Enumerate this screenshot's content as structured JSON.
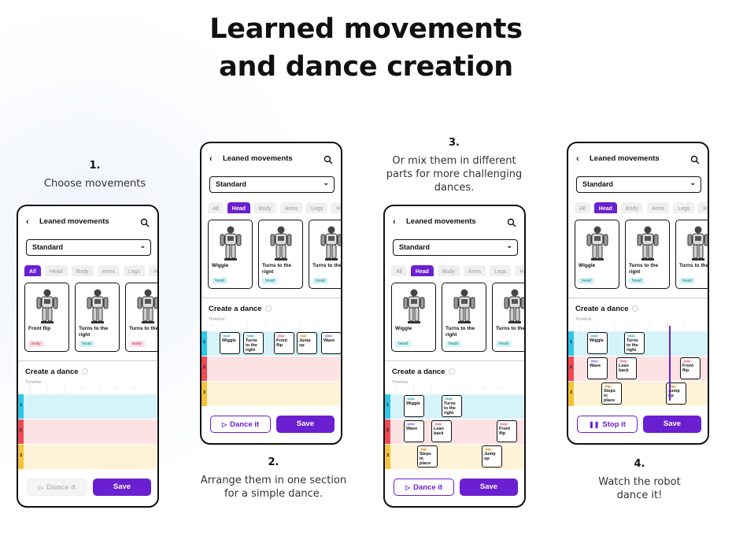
{
  "title": {
    "line1": "Learned movements",
    "line2": "and dance creation"
  },
  "steps": [
    {
      "num": "1.",
      "caption": "Choose movements"
    },
    {
      "num": "2.",
      "caption": "Arrange them in one section for a simple  dance."
    },
    {
      "num": "3.",
      "caption": "Or mix them in different parts for more challenging dances."
    },
    {
      "num": "4.",
      "caption": "Watch the robot dance it!"
    }
  ],
  "phone": {
    "title": "Leaned movements",
    "dropdown": "Standard",
    "chips": [
      "All",
      "Head",
      "Body",
      "Arms",
      "Legs",
      "H"
    ],
    "create_label": "Create a dance",
    "timeline_label": "Timeline",
    "lanes": [
      "1",
      "2",
      "3"
    ],
    "save": "Save"
  },
  "screens": [
    {
      "active_chip": 0,
      "dance_btn": "Dance it",
      "cards": [
        {
          "name": "Front flip",
          "tag": "body"
        },
        {
          "name": "Turns to the right",
          "tag": "head"
        },
        {
          "name": "Turns to the left",
          "tag": "body"
        }
      ]
    },
    {
      "active_chip": 1,
      "dance_btn": "Dance it",
      "cards": [
        {
          "name": "Wiggle",
          "tag": "head"
        },
        {
          "name": "Turns to the rignt",
          "tag": "head"
        },
        {
          "name": "Turns to the left",
          "tag": "head"
        }
      ]
    },
    {
      "active_chip": 1,
      "dance_btn": "Dance it",
      "cards": [
        {
          "name": "Wiggle",
          "tag": "head"
        },
        {
          "name": "Turns to the right",
          "tag": "head"
        },
        {
          "name": "Turns to the left",
          "tag": "head"
        }
      ]
    },
    {
      "active_chip": 1,
      "dance_btn": "Stop it",
      "cards": [
        {
          "name": "Wiggle",
          "tag": "head"
        },
        {
          "name": "Turns to the rignt",
          "tag": "head"
        },
        {
          "name": "Turns to the left",
          "tag": "head"
        }
      ]
    }
  ],
  "blocks": {
    "s2": [
      {
        "name": "Wiggle",
        "tag": "head"
      },
      {
        "name": "Turns to the right",
        "tag": "head"
      },
      {
        "name": "Front flip",
        "tag": "body"
      },
      {
        "name": "Jump up",
        "tag": "legs"
      },
      {
        "name": "Wave",
        "tag": "arms"
      }
    ],
    "s3": [
      {
        "name": "Wiggle",
        "tag": "head"
      },
      {
        "name": "Turns to the right",
        "tag": "head"
      },
      {
        "name": "Wave",
        "tag": "arms"
      },
      {
        "name": "Lean back",
        "tag": "body"
      },
      {
        "name": "Front flip",
        "tag": "body"
      },
      {
        "name": "Steps in place",
        "tag": "legs"
      },
      {
        "name": "Jump up",
        "tag": "legs"
      }
    ],
    "s4": [
      {
        "name": "Wiggle",
        "tag": "head"
      },
      {
        "name": "Turns to the right",
        "tag": "head"
      },
      {
        "name": "Wave",
        "tag": "arms"
      },
      {
        "name": "Lean back",
        "tag": "body"
      },
      {
        "name": "Front flip",
        "tag": "body"
      },
      {
        "name": "Steps in place",
        "tag": "legs"
      },
      {
        "name": "Jump up",
        "tag": "legs"
      }
    ]
  },
  "colors": {
    "accent": "#6a1fd1",
    "lane1": "#2fc6e8",
    "lane2": "#ef4957",
    "lane3": "#f6c339"
  },
  "icons": [
    "back-arrow-icon",
    "search-icon",
    "chevron-down-icon",
    "info-icon",
    "play-icon",
    "pause-icon",
    "robot-image"
  ]
}
